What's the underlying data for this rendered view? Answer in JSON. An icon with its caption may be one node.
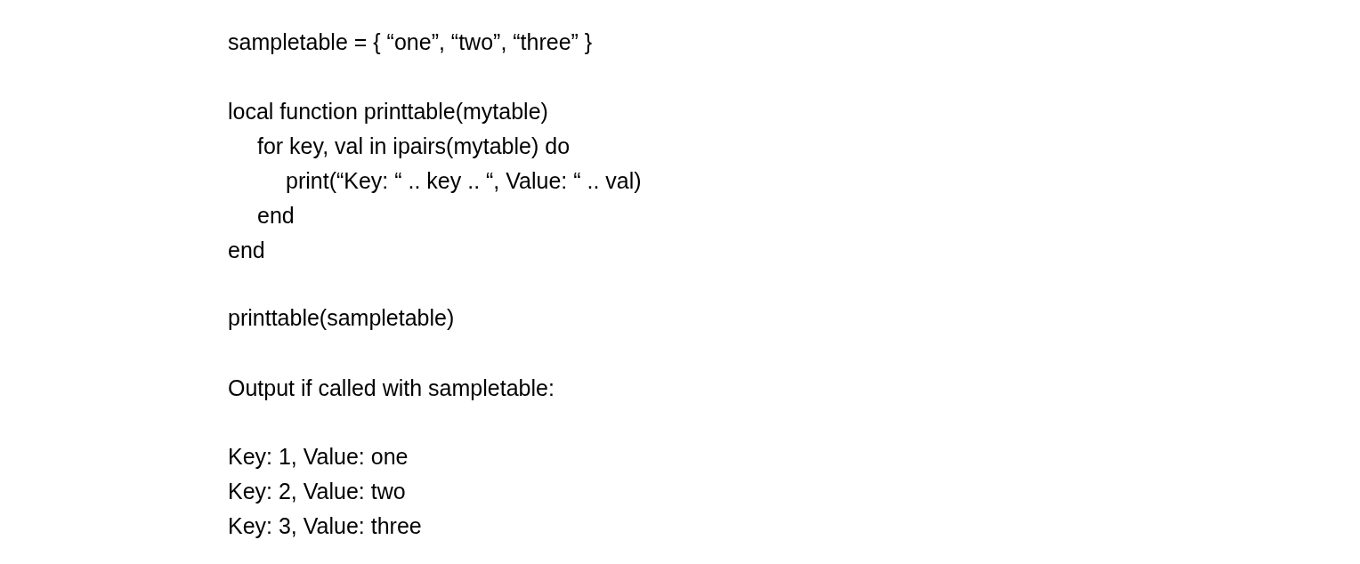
{
  "diagram": {
    "labels": [
      "sampletable = { “one”, “two”, “three” }",
      "local function printtable(mytable)",
      "for key, val in ipairs(mytable) do",
      "print(“Key: “ .. key .. “, Value: “ .. val)",
      "end",
      "end",
      "printtable(sampletable)",
      "Output if called with sampletable:",
      "Key: 1, Value: one",
      "Key: 2, Value: two",
      "Key: 3, Value: three"
    ]
  }
}
